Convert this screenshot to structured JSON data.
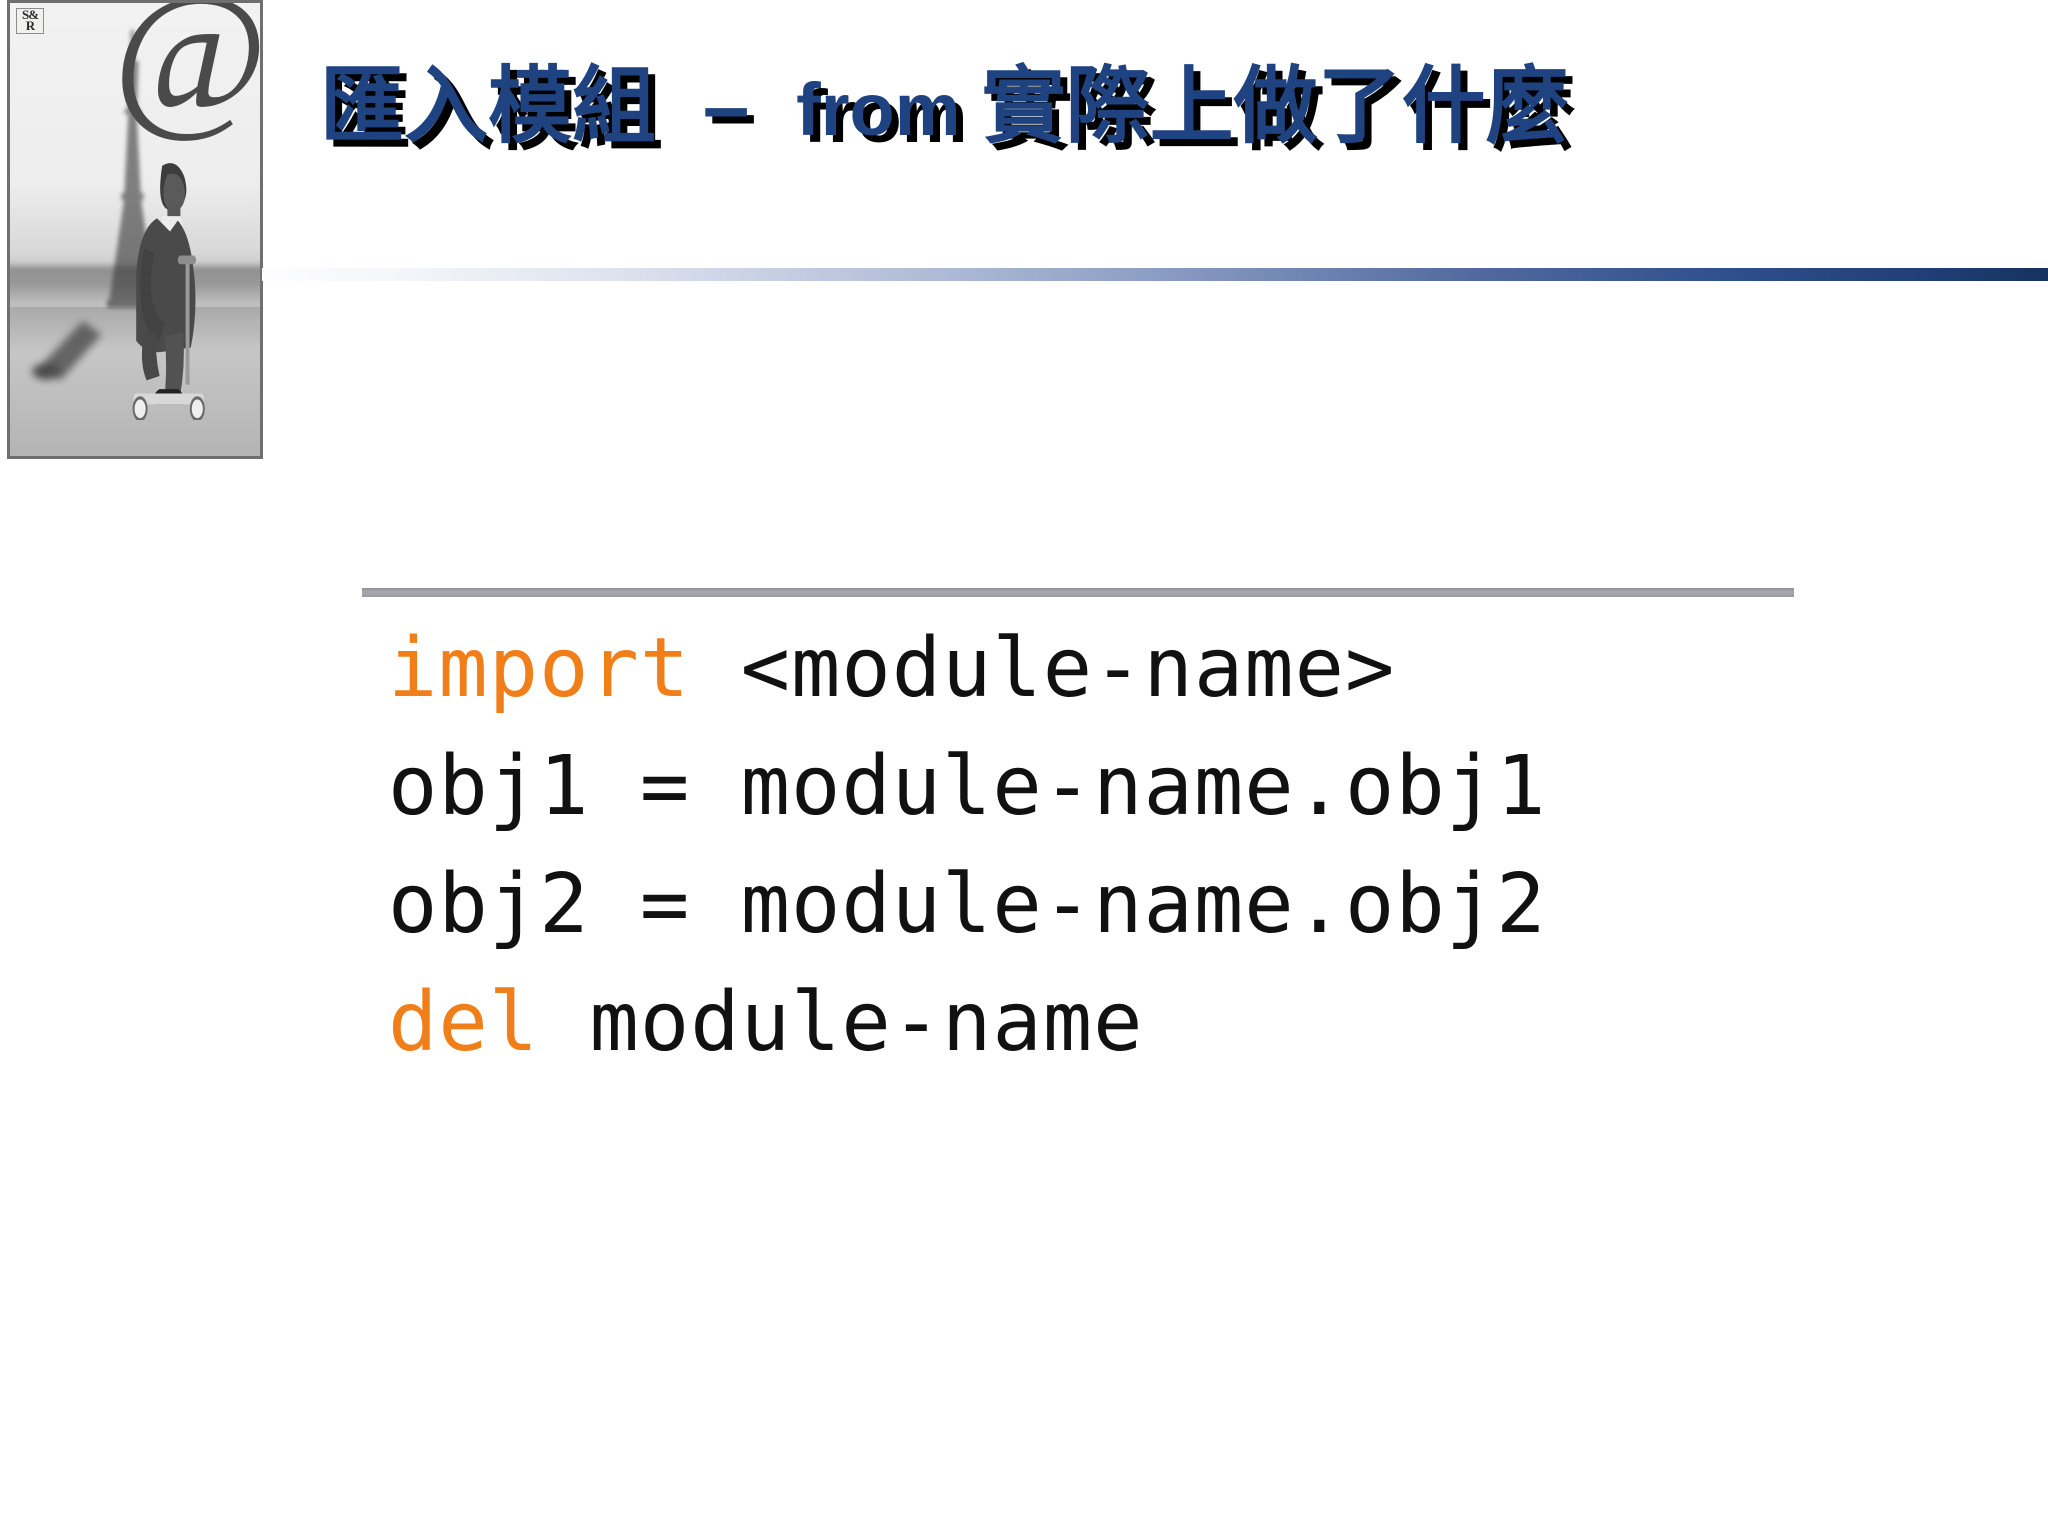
{
  "slide": {
    "title_parts": {
      "lead": "匯入模組",
      "dash": "–",
      "keyword": "from",
      "trail": "實際上做了什麼"
    },
    "title_full": "匯入模組 – from 實際上做了什麼",
    "title_color": "#1F4380",
    "accent_orange": "#F07F1A",
    "rule_color": "#9A9AA0"
  },
  "code": {
    "lines": [
      {
        "keyword": "import",
        "rest": " <module-name>"
      },
      {
        "keyword": "",
        "rest": "obj1 = module-name.obj1"
      },
      {
        "keyword": "",
        "rest": "obj2 = module-name.obj2"
      },
      {
        "keyword": "del",
        "rest": " module-name"
      }
    ],
    "line1_keyword": "import",
    "line1_rest": " <module-name>",
    "line2": "obj1 = module-name.obj1",
    "line3": "obj2 = module-name.obj2",
    "line4_keyword": "del",
    "line4_rest": " module-name"
  },
  "decoration": {
    "at_symbol": "@",
    "watermark": "S&amp;R",
    "photo_alt": "businessman-on-scooter-eiffel-tower"
  }
}
